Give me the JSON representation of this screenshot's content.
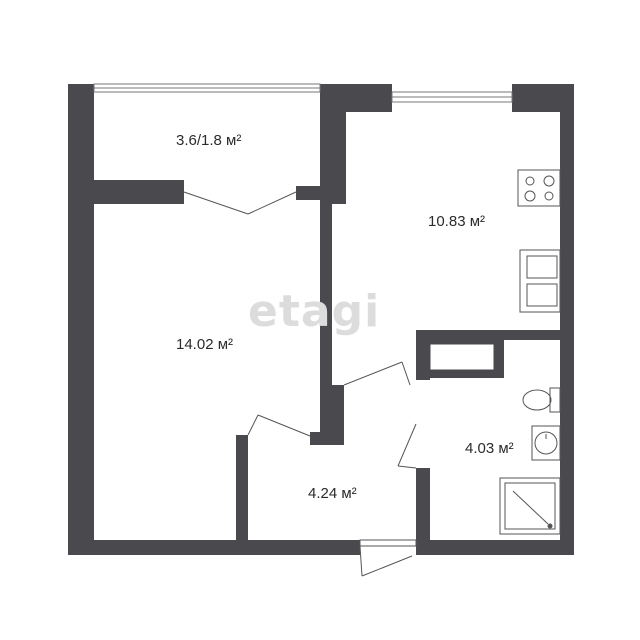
{
  "watermark": "etagi",
  "rooms": [
    {
      "id": "balcony",
      "area": "3.6/1.8 м²"
    },
    {
      "id": "kitchen",
      "area": "10.83 м²"
    },
    {
      "id": "living-room",
      "area": "14.02 м²"
    },
    {
      "id": "bathroom",
      "area": "4.03 м²"
    },
    {
      "id": "hallway",
      "area": "4.24 м²"
    }
  ],
  "colors": {
    "wall": "#4a4a4e",
    "fixture_line": "#555555",
    "watermark": "#dcdcdc"
  }
}
